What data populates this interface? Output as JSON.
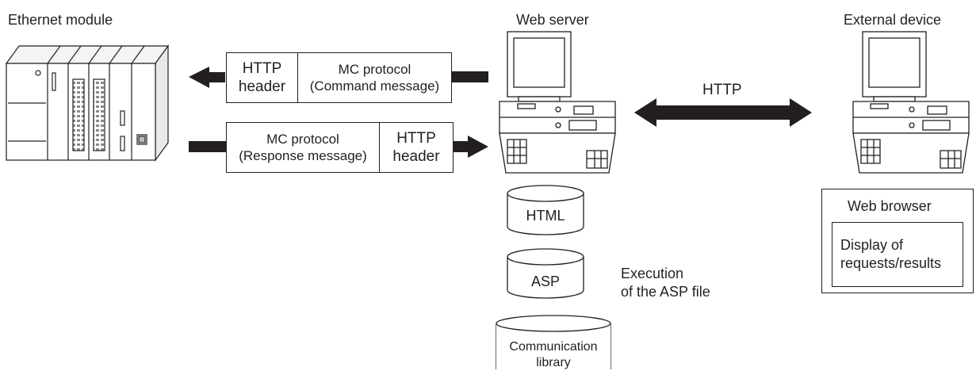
{
  "labels": {
    "ethernet_module": "Ethernet module",
    "web_server": "Web server",
    "external_device": "External device",
    "http": "HTTP",
    "execution": "Execution\nof the ASP file"
  },
  "packets": {
    "command": {
      "header": "HTTP\nheader",
      "body": "MC protocol\n(Command message)"
    },
    "response": {
      "body": "MC protocol\n(Response message)",
      "header": "HTTP\nheader"
    }
  },
  "storage": {
    "html": "HTML",
    "asp": "ASP",
    "library": "Communication\nlibrary"
  },
  "browser": {
    "title": "Web browser",
    "content": "Display of\nrequests/results"
  }
}
